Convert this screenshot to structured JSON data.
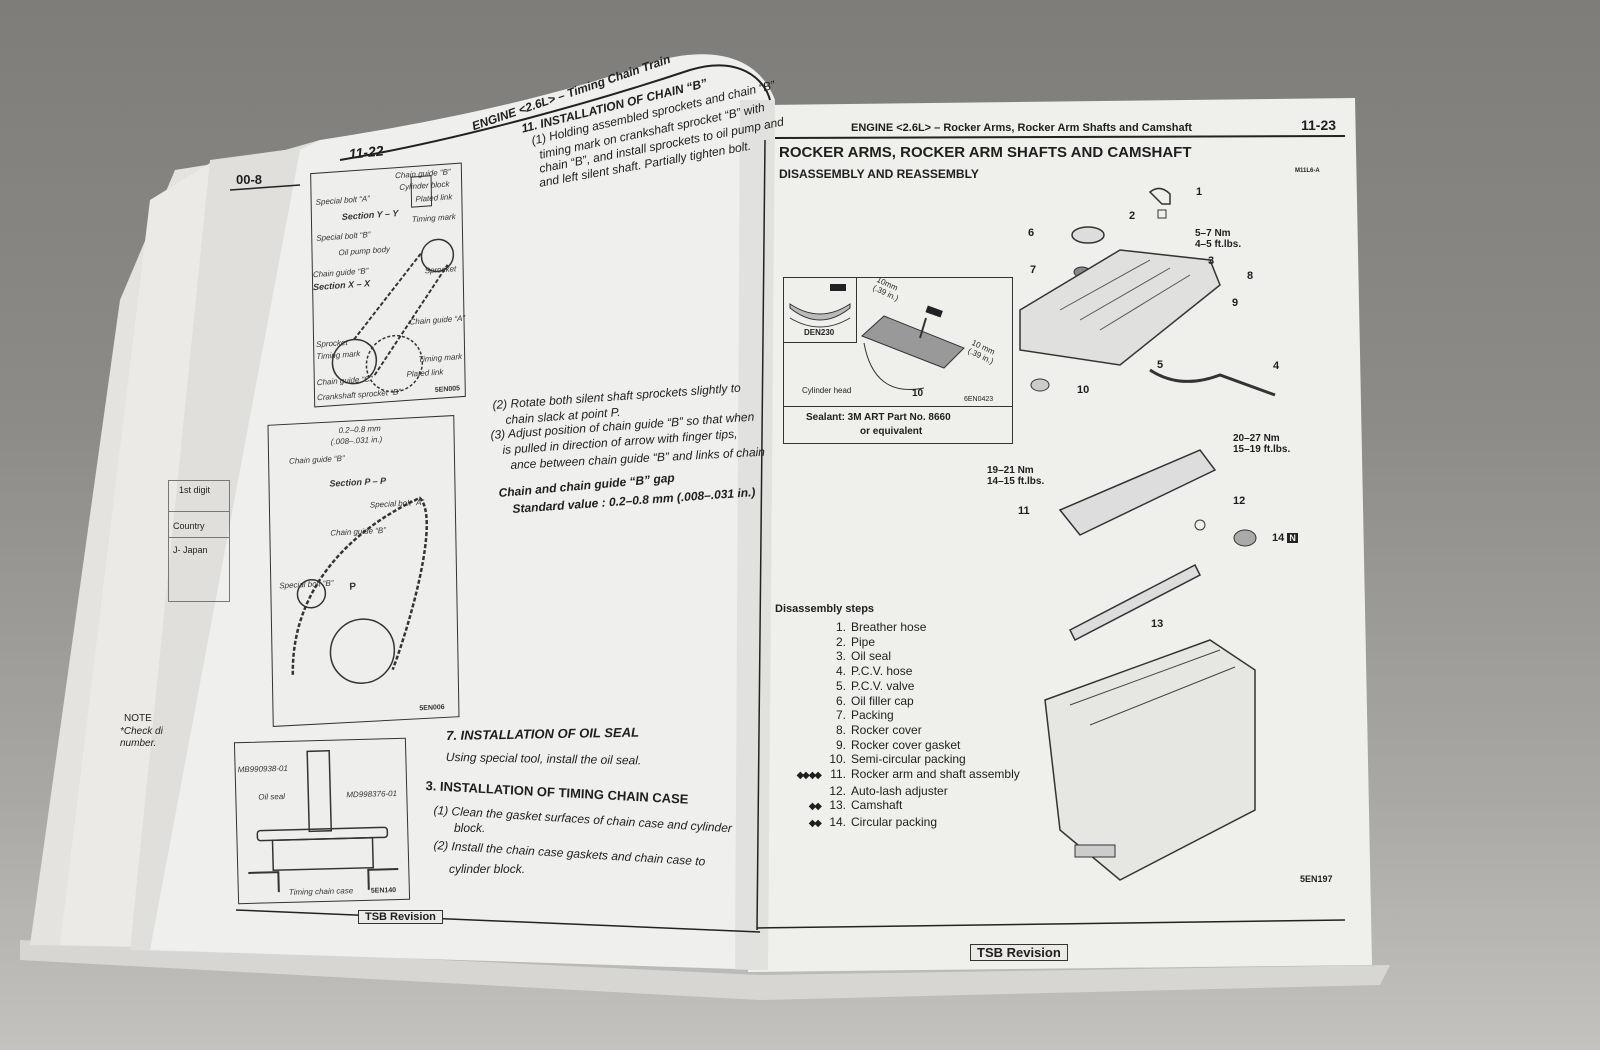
{
  "colors": {
    "paper": "#efefed",
    "ink": "#1e1e1e",
    "background": "#8a8884"
  },
  "back_page": {
    "page_number": "00-8",
    "table": {
      "col_header": "1st digit",
      "row_label": "Country",
      "value": "J- Japan"
    },
    "note_title": "NOTE",
    "note_text": [
      "*Check di",
      "number."
    ]
  },
  "left_page": {
    "page_number": "11-22",
    "header": "ENGINE <2.6L> – Timing Chain Train",
    "section_11": {
      "title": "11. INSTALLATION OF CHAIN “B”",
      "step1": [
        "(1) Holding assembled sprockets and chain “B”",
        "timing mark on crankshaft sprocket “B” with",
        "chain “B”, and install sprockets to oil pump and",
        "and left silent shaft. Partially tighten bolt."
      ],
      "step2": [
        "(2) Rotate both silent shaft sprockets slightly to",
        "chain slack at point P."
      ],
      "step3": [
        "(3) Adjust position of chain guide “B” so that when",
        "is pulled in direction of arrow with finger tips,",
        "ance between chain guide “B” and links of chain"
      ],
      "spec_label": "Chain and chain guide “B” gap",
      "spec_value": "Standard value : 0.2–0.8 mm (.008–.031 in.)"
    },
    "figure1": {
      "labels": [
        "Chain guide “B”",
        "Cylinder block",
        "Special bolt “A”",
        "Section Y – Y",
        "Special bolt “B”",
        "Timing mark",
        "Plated link",
        "Oil pump body",
        "Chain guide “B”",
        "Section X – X",
        "Sprocket",
        "Chain guide “A”",
        "Timing mark",
        "Plated link",
        "Chain guide “C”",
        "Crankshaft sprocket “B”",
        "Sprocket",
        "Timing mark"
      ],
      "code": "5EN005"
    },
    "figure2": {
      "labels": [
        "0.2–0.8 mm",
        "(.008–.031 in.)",
        "Chain guide “B”",
        "Section P – P",
        "Special bolt “A”",
        "Chain guide “B”",
        "Special bolt “B”",
        "P"
      ],
      "code": "5EN006"
    },
    "figure3": {
      "labels": [
        "MB990938-01",
        "Oil seal",
        "MD998376-01",
        "Timing chain case"
      ],
      "code": "5EN140"
    },
    "section_7": {
      "title": "7. INSTALLATION OF OIL SEAL",
      "text": "Using special tool, install the oil seal."
    },
    "section_3": {
      "title": "3. INSTALLATION OF TIMING CHAIN CASE",
      "step1": [
        "(1) Clean the gasket surfaces of chain case and cylinder",
        "block."
      ],
      "step2": [
        "(2) Install the chain case gaskets and chain case to",
        "cylinder block."
      ]
    },
    "footer": "TSB Revision"
  },
  "right_page": {
    "page_number": "11-23",
    "header": "ENGINE <2.6L> – Rocker Arms, Rocker Arm Shafts and Camshaft",
    "title": "ROCKER ARMS, ROCKER ARM SHAFTS AND CAMSHAFT",
    "subtitle": "DISASSEMBLY AND REASSEMBLY",
    "ref_code": "M11L6-A",
    "sealant_figure": {
      "inset_code": "DEN230",
      "dim1": "10mm",
      "dim1_in": "(.39 in.)",
      "dim2": "10 mm",
      "dim2_in": "(.39 in.)",
      "cylinder_head": "Cylinder head",
      "part": "10",
      "code": "6EN0423",
      "sealant": "Sealant:  3M ART Part No. 8660",
      "sealant2": "or equivalent"
    },
    "callouts": [
      "1",
      "2",
      "3",
      "4",
      "5",
      "6",
      "7",
      "8",
      "9",
      "10",
      "11",
      "12",
      "13",
      "14"
    ],
    "callout_14_badge": "N",
    "torques": [
      {
        "nm": "5–7 Nm",
        "ftlbs": "4–5 ft.lbs."
      },
      {
        "nm": "20–27 Nm",
        "ftlbs": "15–19 ft.lbs."
      },
      {
        "nm": "19–21 Nm",
        "ftlbs": "14–15 ft.lbs."
      }
    ],
    "figure_code": "5EN197",
    "steps_title": "Disassembly steps",
    "steps": [
      {
        "n": "1.",
        "label": "Breather hose",
        "mark": ""
      },
      {
        "n": "2.",
        "label": "Pipe",
        "mark": ""
      },
      {
        "n": "3.",
        "label": "Oil seal",
        "mark": ""
      },
      {
        "n": "4.",
        "label": "P.C.V. hose",
        "mark": ""
      },
      {
        "n": "5.",
        "label": "P.C.V. valve",
        "mark": ""
      },
      {
        "n": "6.",
        "label": "Oil filler cap",
        "mark": ""
      },
      {
        "n": "7.",
        "label": "Packing",
        "mark": ""
      },
      {
        "n": "8.",
        "label": "Rocker cover",
        "mark": ""
      },
      {
        "n": "9.",
        "label": "Rocker cover gasket",
        "mark": ""
      },
      {
        "n": "10.",
        "label": "Semi-circular packing",
        "mark": ""
      },
      {
        "n": "11.",
        "label": "Rocker arm and shaft assembly",
        "mark": "◆◆ ◆◆"
      },
      {
        "n": "12.",
        "label": "Auto-lash adjuster",
        "mark": ""
      },
      {
        "n": "13.",
        "label": "Camshaft",
        "mark": "◆◆"
      },
      {
        "n": "14.",
        "label": "Circular packing",
        "mark": "◆◆"
      }
    ],
    "footer": "TSB Revision"
  }
}
